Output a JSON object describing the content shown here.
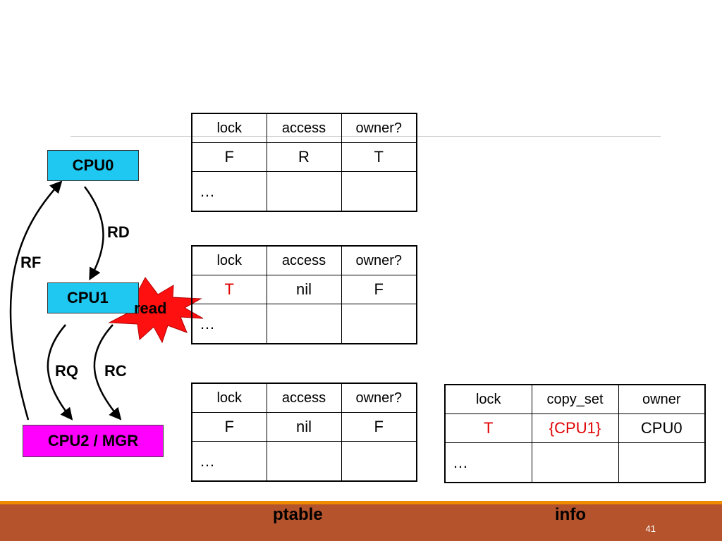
{
  "nodes": {
    "cpu0": "CPU0",
    "cpu1": "CPU1",
    "mgr": "CPU2 / MGR"
  },
  "edges": {
    "rd": "RD",
    "rf": "RF",
    "rq": "RQ",
    "rc": "RC"
  },
  "burst": {
    "label": "read"
  },
  "tables": {
    "cpu0": {
      "headers": [
        "lock",
        "access",
        "owner?"
      ],
      "row": [
        "F",
        "R",
        "T"
      ],
      "ellipsis": "…"
    },
    "cpu1": {
      "headers": [
        "lock",
        "access",
        "owner?"
      ],
      "row": [
        "T",
        "nil",
        "F"
      ],
      "ellipsis": "…"
    },
    "cpu2": {
      "headers": [
        "lock",
        "access",
        "owner?"
      ],
      "row": [
        "F",
        "nil",
        "F"
      ],
      "ellipsis": "…"
    },
    "info": {
      "headers": [
        "lock",
        "copy_set",
        "owner"
      ],
      "row": [
        "T",
        "{CPU1}",
        "CPU0"
      ],
      "ellipsis": "…"
    }
  },
  "footer": {
    "ptable_label": "ptable",
    "info_label": "info",
    "page_number": "41"
  },
  "colors": {
    "cpu_node": "#1ec8f0",
    "mgr_node": "#ff00ff",
    "burst": "#ff1010",
    "highlight_text": "#e00000",
    "footer_bg": "#b5532c",
    "footer_line": "#f08c00"
  }
}
